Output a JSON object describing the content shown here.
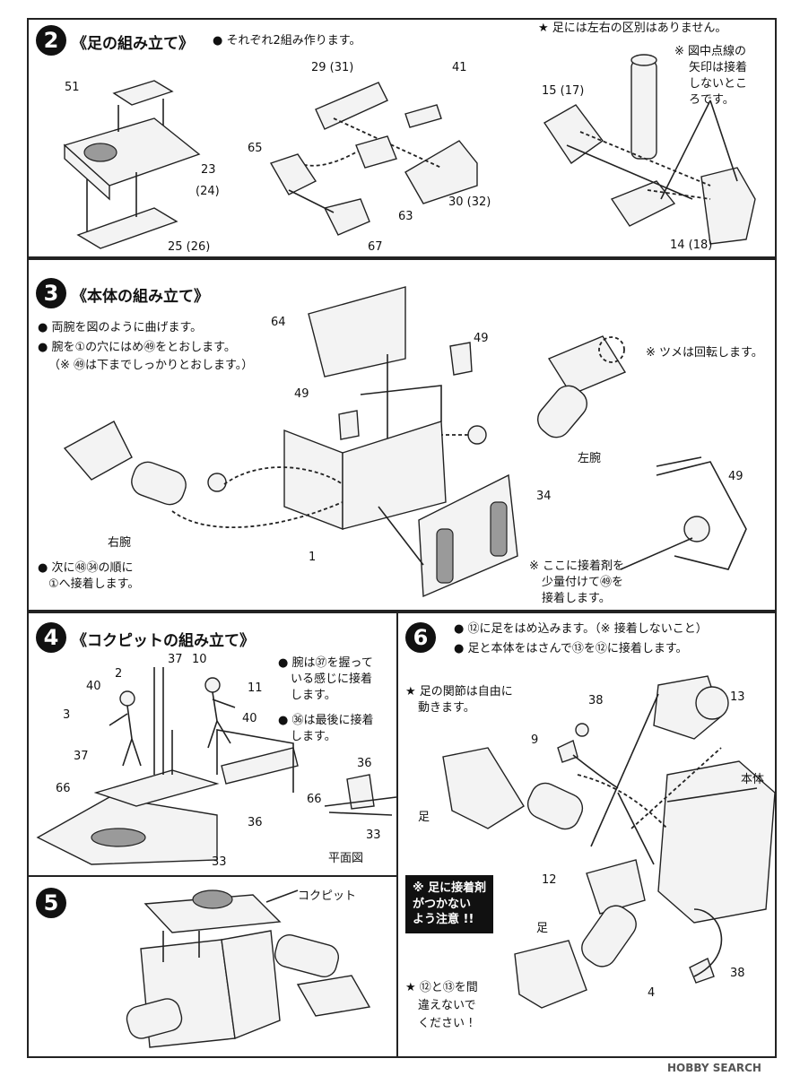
{
  "step2": {
    "number": "2",
    "title": "《足の組み立て》",
    "note": "● それぞれ2組み作ります。",
    "note_right": "★ 足には左右の区別はありません。",
    "note_dotted": [
      "※ 図中点線の",
      "矢印は接着",
      "しないとこ",
      "ろです。"
    ],
    "labels": [
      "51",
      "23",
      "(24)",
      "25 (26)",
      "29 (31)",
      "41",
      "65",
      "63",
      "30 (32)",
      "67",
      "15 (17)",
      "14 (18)"
    ]
  },
  "step3": {
    "number": "3",
    "title": "《本体の組み立て》",
    "notes": [
      "● 両腕を図のように曲げます。",
      "● 腕を①の穴にはめ㊾をとおします。",
      "（※ ㊾は下までしっかりとおします。）"
    ],
    "tsume_note": "※ ツメは回転します。",
    "labels": [
      "64",
      "49",
      "49",
      "左腕",
      "右腕",
      "34",
      "1",
      "49"
    ],
    "next_note": [
      "● 次に㊽㉞の順に",
      "①へ接着します。"
    ],
    "glue_note": [
      "※ ここに接着剤を",
      "少量付けて㊾を",
      "接着します。"
    ]
  },
  "step4": {
    "number": "4",
    "title": "《コクピットの組み立て》",
    "notes": [
      "● 腕は㊲を握って",
      "いる感じに接着",
      "します。",
      "● ㊱は最後に接着",
      "します。"
    ],
    "labels": [
      "2",
      "37",
      "10",
      "40",
      "11",
      "3",
      "40",
      "37",
      "66",
      "36",
      "33",
      "36",
      "66",
      "33"
    ],
    "plan_label": "平面図"
  },
  "step5": {
    "number": "5",
    "label": "コクピット"
  },
  "step6": {
    "number": "6",
    "notes": [
      "● ⑫に足をはめ込みます。（※ 接着しないこと）",
      "● 足と本体をはさんで⑬を⑫に接着します。"
    ],
    "joint_note": [
      "★ 足の関節は自由に",
      "動きます。"
    ],
    "labels": [
      "38",
      "13",
      "9",
      "本体",
      "足",
      "12",
      "足",
      "38",
      "4"
    ],
    "warning": [
      "※ 足に接着剤",
      "がつかない",
      "よう注意 !!"
    ],
    "mistake_note": [
      "★ ⑫と⑬を間",
      "違えないで",
      "ください !"
    ]
  },
  "watermark": "HOBBY SEARCH"
}
